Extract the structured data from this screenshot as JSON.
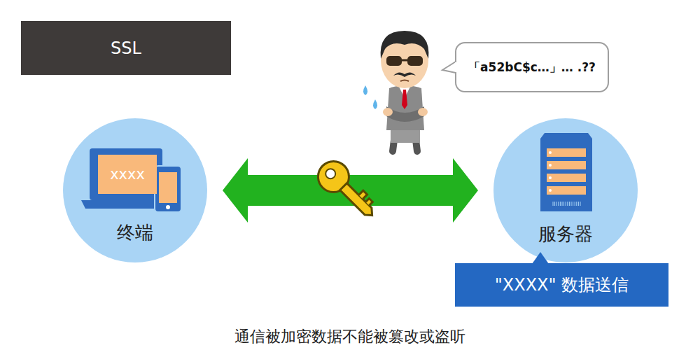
{
  "diagram": {
    "title": "SSL",
    "caption": "通信被加密数据不能被篡改或盗听",
    "nodes": [
      {
        "text": [
          "终端"
        ]
      },
      {
        "text": [
          "xxxx"
        ],
        "in": 0
      },
      {
        "text": [
          "服务器"
        ]
      },
      {
        "text": [
          "「a52bC$c…」…  .??"
        ]
      },
      {
        "text": [
          "\"XXXX\" 数据送信"
        ]
      }
    ],
    "edges": [
      {
        "from": 0,
        "to": 2,
        "arrow": "both"
      }
    ]
  }
}
